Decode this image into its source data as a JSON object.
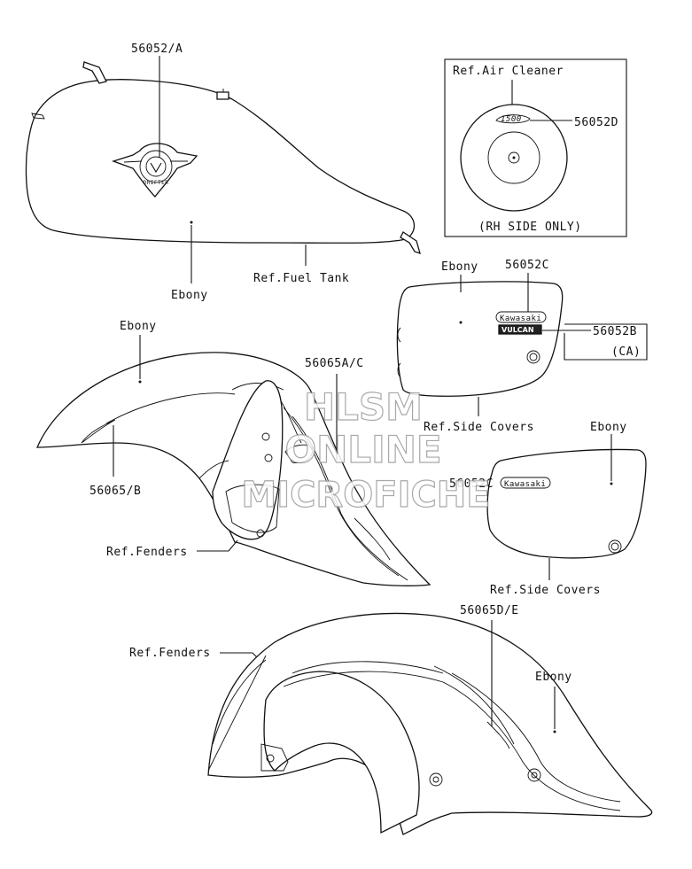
{
  "labels": {
    "tank_part": "56052/A",
    "tank_color": "Ebony",
    "tank_ref": "Ref.Fuel Tank",
    "aircleaner_ref": "Ref.Air Cleaner",
    "aircleaner_part": "56052D",
    "aircleaner_note": "(RH SIDE ONLY)",
    "sidecover1_color": "Ebony",
    "sidecover1_part_c": "56052C",
    "sidecover1_part_b": "56052B",
    "sidecover1_ca": "(CA)",
    "sidecover1_ref": "Ref.Side Covers",
    "front_fender_color": "Ebony",
    "front_fender_part_ac": "56065A/C",
    "front_fender_part_b": "56065/B",
    "front_fender_ref": "Ref.Fenders",
    "sidecover2_color": "Ebony",
    "sidecover2_part_c": "56052C",
    "sidecover2_ref": "Ref.Side Covers",
    "rear_fender_part": "56065D/E",
    "rear_fender_ref": "Ref.Fenders",
    "rear_fender_color": "Ebony"
  },
  "emblems": {
    "kawasaki_1": "Kawasaki",
    "kawasaki_2": "Kawasaki",
    "vulcan": "VULCAN",
    "aircleaner_badge": "1500",
    "tank_badge": "DRIFTER"
  },
  "watermark": {
    "line1": "HLSM",
    "line2": "ONLINE",
    "line3": "MICROFICHE"
  }
}
